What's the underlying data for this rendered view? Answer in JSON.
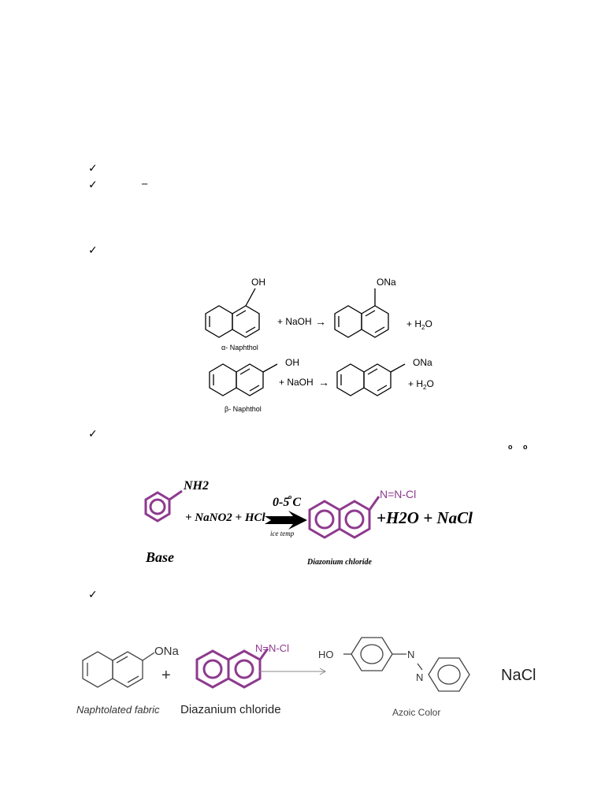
{
  "bullets": [
    "✓",
    "✓",
    "✓",
    "✓",
    "✓"
  ],
  "marks": {
    "dash": "–",
    "deg1": "o",
    "deg2": "o"
  },
  "reaction1": {
    "alpha": {
      "substituent": "OH",
      "reagent": "+ NaOH",
      "arrow": "→",
      "product_group": "ONa",
      "byproduct": "+ H",
      "byproduct_sub": "2",
      "byproduct_end": "O",
      "name": "α- Naphthol"
    },
    "beta": {
      "substituent": "OH",
      "reagent": "+ NaOH",
      "arrow": "→",
      "product_group": "ONa",
      "byproduct": "+ H",
      "byproduct_sub": "2",
      "byproduct_end": "O",
      "name": "β- Naphthol"
    }
  },
  "reaction2": {
    "amine": "NH2",
    "reagents": "+ NaNO2 + HCl",
    "condition": "0-5 C",
    "condition_deg": "o",
    "condition_note": "ice temp",
    "diazo_group": "N=N-Cl",
    "products": "+H2O + NaCl",
    "base_label": "Base",
    "product_label": "Diazonium chloride"
  },
  "reaction3": {
    "ona": "ONa",
    "plus": "+",
    "diazo_group": "N=N-Cl",
    "ho": "HO",
    "n1": "N",
    "n2": "N",
    "nacl": "NaCl",
    "label_fabric": "Naphtolated fabric",
    "label_diazo": "Diazanium chloride",
    "label_azo": "Azoic Color"
  },
  "colors": {
    "purple": "#8e3a8e"
  }
}
